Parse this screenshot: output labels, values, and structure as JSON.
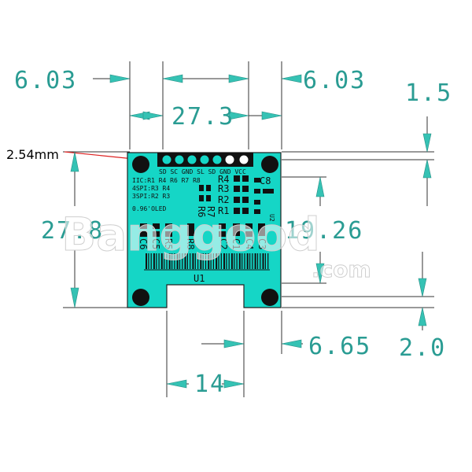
{
  "dimensions": {
    "top_left_margin": "6.03",
    "top_right_margin": "6.03",
    "pin_span": "27.3",
    "top_offset": "1.5",
    "pin_pitch": "2.54mm",
    "board_height": "27.8",
    "display_height": "19.26",
    "bottom_width": "14",
    "bottom_right_margin": "6.65",
    "bottom_offset": "2.0"
  },
  "silkscreen": {
    "pin_row": "SD SC GND SL SD GND VCC",
    "config_1": "IIC:R1 R4 R6 R7 R8",
    "config_2": "4SPI:R3 R4",
    "config_3": "3SPI:R2 R3",
    "model": "0.96'OLED",
    "r4": "R4",
    "r3": "R3",
    "r2": "R2",
    "r1": "R1",
    "c8": "C8",
    "r6": "R6",
    "r7": "R7",
    "r8": "R8",
    "r5": "R5",
    "u2": "U2",
    "c6": "C6",
    "c5": "C5",
    "c2": "C2",
    "c1": "C1",
    "c4": "C4",
    "c3": "C3",
    "u1": "U1",
    "r8b": "R8",
    "r5b": "R5"
  },
  "watermark": {
    "brand": "Banggood",
    "domain": ".com"
  },
  "colors": {
    "board": "#15d6c6",
    "dimension_text": "#2a9c93",
    "arrow": "#35c2b4"
  }
}
